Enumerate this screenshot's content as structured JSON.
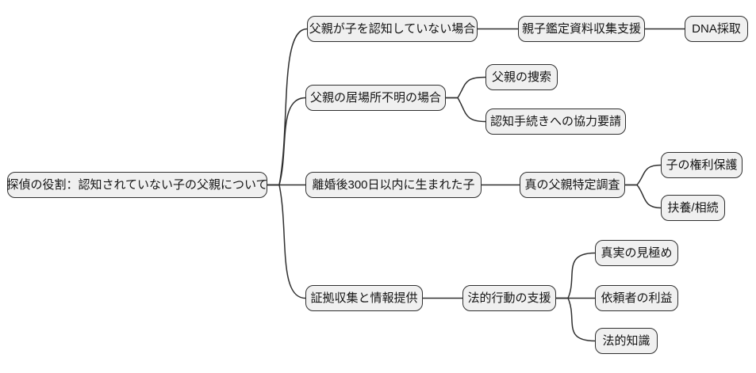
{
  "colors": {
    "node_fill": "#f0f0f0",
    "node_border": "#2f2f2f",
    "line_color": "#2f2f2f",
    "text_color": "#141414",
    "background": "#ffffff"
  },
  "mindmap": {
    "root": {
      "label": "探偵の役割：認知されていない子の父親について"
    },
    "branches": [
      {
        "label": "父親が子を認知していない場合",
        "children": [
          {
            "label": "親子鑑定資料収集支援",
            "children": [
              {
                "label": "DNA採取",
                "children": []
              }
            ]
          }
        ]
      },
      {
        "label": "父親の居場所不明の場合",
        "children": [
          {
            "label": "父親の捜索",
            "children": []
          },
          {
            "label": "認知手続きへの協力要請",
            "children": []
          }
        ]
      },
      {
        "label": "離婚後300日以内に生まれた子",
        "children": [
          {
            "label": "真の父親特定調査",
            "children": [
              {
                "label": "子の権利保護",
                "children": []
              },
              {
                "label": "扶養/相続",
                "children": []
              }
            ]
          }
        ]
      },
      {
        "label": "証拠収集と情報提供",
        "children": [
          {
            "label": "法的行動の支援",
            "children": [
              {
                "label": "真実の見極め",
                "children": []
              },
              {
                "label": "依頼者の利益",
                "children": []
              },
              {
                "label": "法的知識",
                "children": []
              }
            ]
          }
        ]
      }
    ]
  }
}
